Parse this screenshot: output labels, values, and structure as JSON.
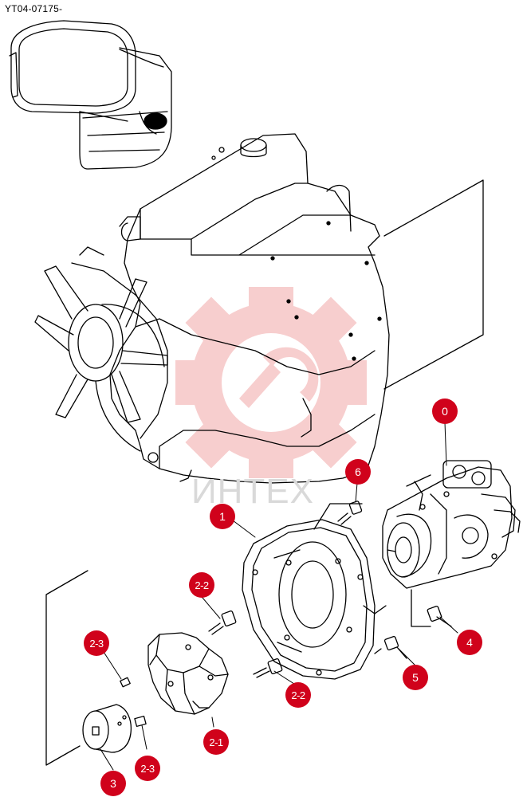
{
  "document": {
    "code": "YT04-07175-"
  },
  "watermark": {
    "text": "ИНТЕХ",
    "color": "#f6c6c6"
  },
  "callouts": {
    "c0": "0",
    "c1": "1",
    "c2_1": "2-1",
    "c2_2_top": "2-2",
    "c2_2_bottom": "2-2",
    "c2_3_left": "2-3",
    "c2_3_bottom": "2-3",
    "c3": "3",
    "c4": "4",
    "c5": "5",
    "c6": "6"
  },
  "colors": {
    "callout": "#d0021b",
    "line": "#000000"
  }
}
